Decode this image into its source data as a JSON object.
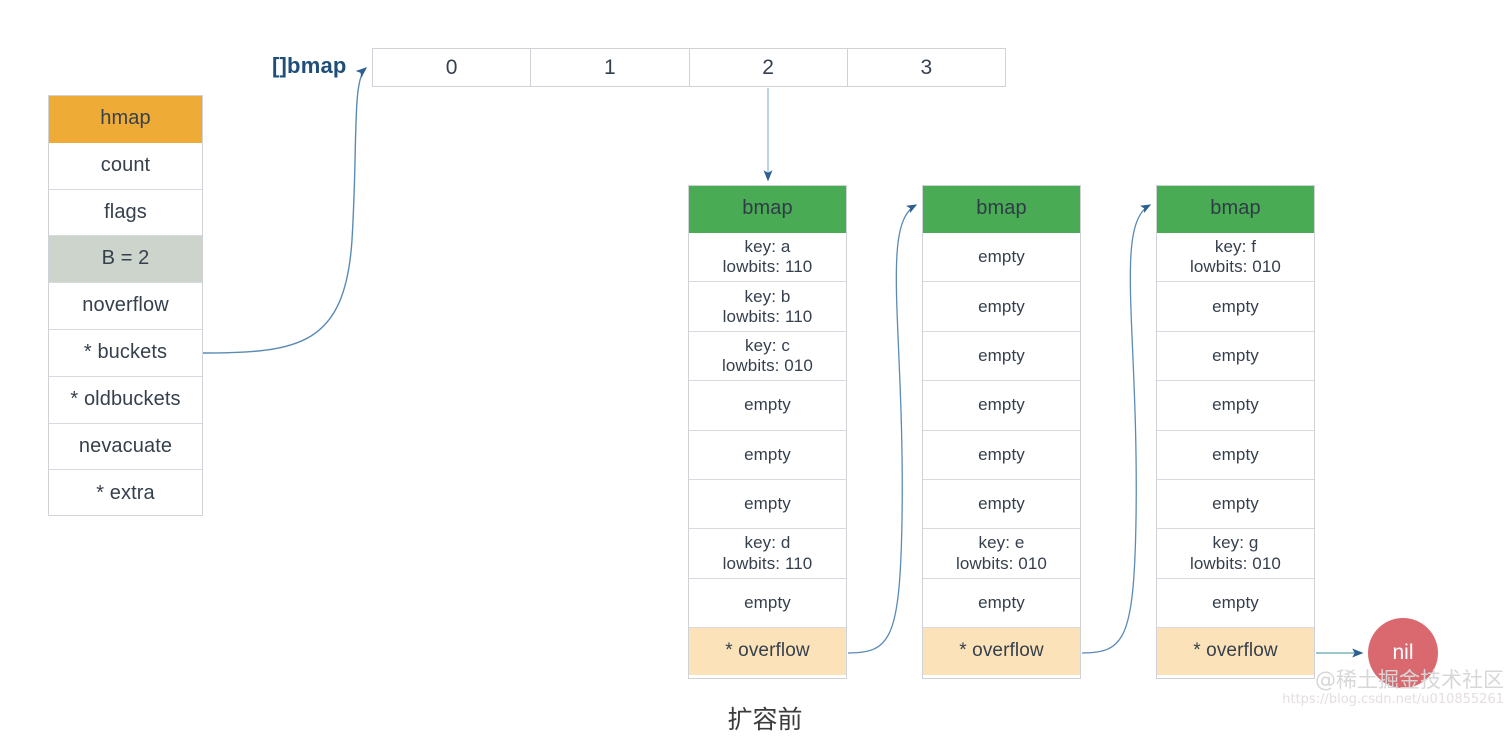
{
  "diagram": {
    "caption": "扩容前",
    "watermark": "@稀土掘金技术社区",
    "watermark_url": "https://blog.csdn.net/u010855261",
    "colors": {
      "hmap_header": "#eeab35",
      "hmap_highlight": "#ccd4cb",
      "bmap_header": "#49ab54",
      "overflow": "#fbe2b8",
      "nil": "#d9696e",
      "connector": "#5b8bb5",
      "text": "#36404d",
      "label": "#1f4e79"
    }
  },
  "hmap": {
    "title": "hmap",
    "fields": [
      {
        "label": "count"
      },
      {
        "label": "flags"
      },
      {
        "label": "B = 2"
      },
      {
        "label": "noverflow"
      },
      {
        "label": "* buckets"
      },
      {
        "label": "* oldbuckets"
      },
      {
        "label": "nevacuate"
      },
      {
        "label": "* extra"
      }
    ]
  },
  "bucket_array": {
    "label": "[]bmap",
    "slots": [
      "0",
      "1",
      "2",
      "3"
    ]
  },
  "buckets": [
    {
      "title": "bmap",
      "slots": [
        "key: a\nlowbits: 110",
        "key: b\nlowbits: 110",
        "key: c\nlowbits: 010",
        "empty",
        "empty",
        "empty",
        "key: d\nlowbits: 110",
        "empty"
      ],
      "overflow": "* overflow"
    },
    {
      "title": "bmap",
      "slots": [
        "empty",
        "empty",
        "empty",
        "empty",
        "empty",
        "empty",
        "key: e\nlowbits: 010",
        "empty"
      ],
      "overflow": "* overflow"
    },
    {
      "title": "bmap",
      "slots": [
        "key: f\nlowbits: 010",
        "empty",
        "empty",
        "empty",
        "empty",
        "empty",
        "key: g\nlowbits: 010",
        "empty"
      ],
      "overflow": "* overflow"
    }
  ],
  "nil_node": {
    "label": "nil"
  }
}
